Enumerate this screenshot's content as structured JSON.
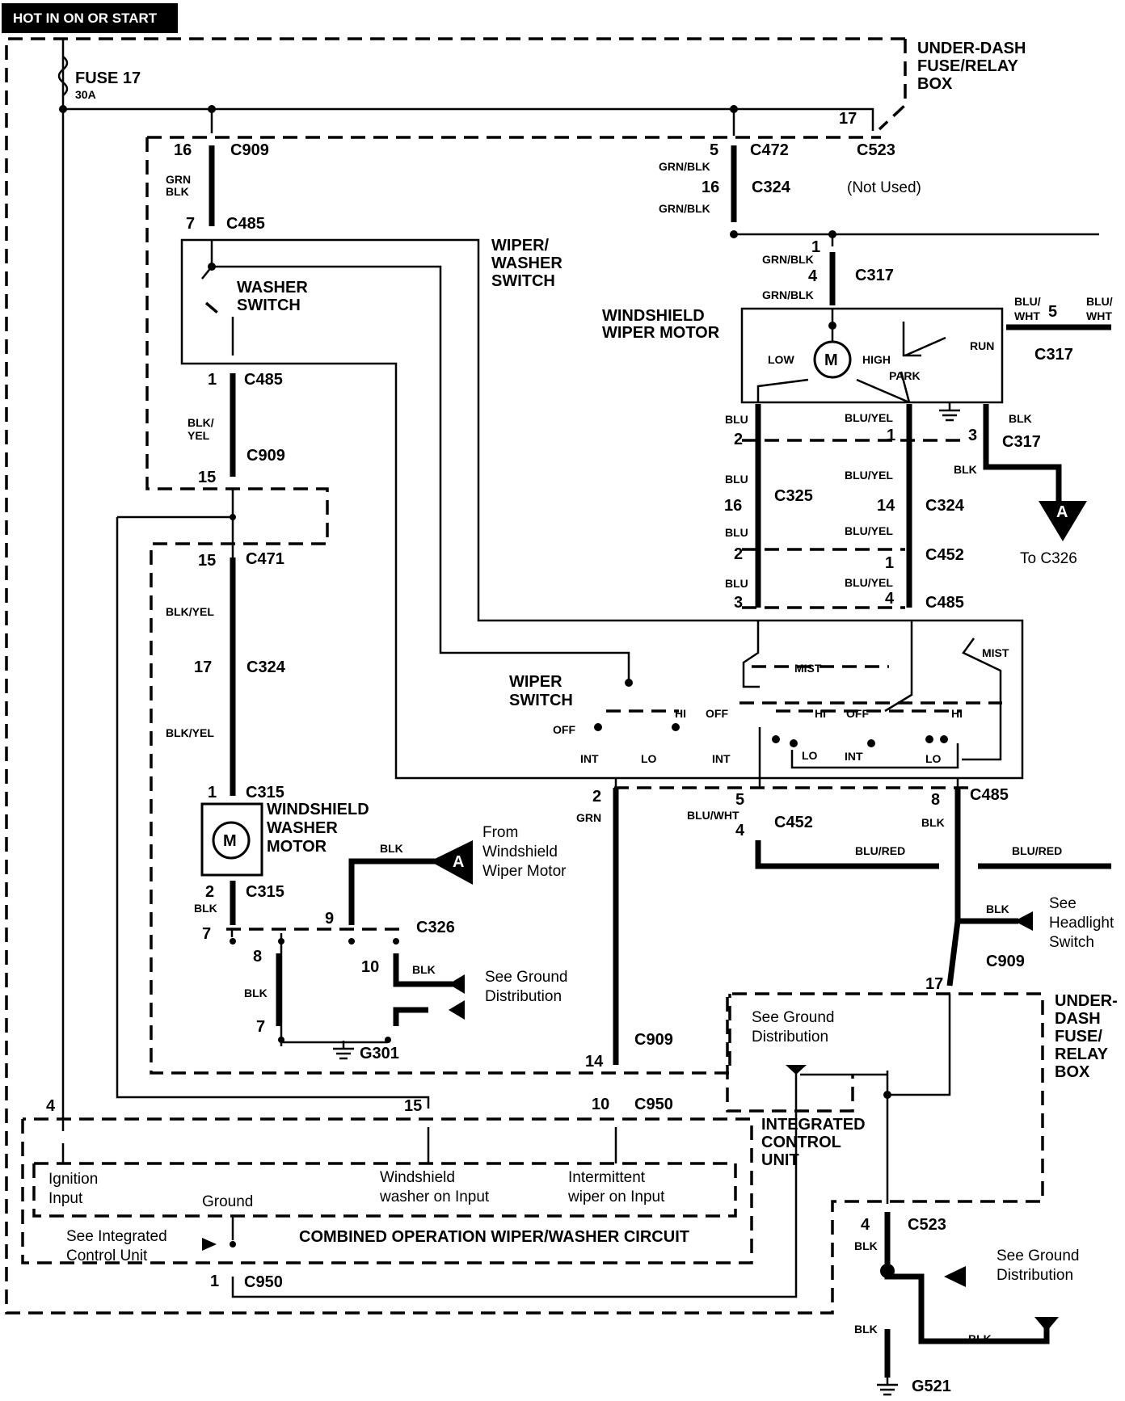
{
  "header": "HOT IN ON OR START",
  "fuse": {
    "name": "FUSE 17",
    "rating": "30A"
  },
  "boxes": {
    "underdash_top": [
      "UNDER-DASH",
      "FUSE/RELAY",
      "BOX"
    ],
    "underdash_bottom": [
      "UNDER-",
      "DASH",
      "FUSE/",
      "RELAY",
      "BOX"
    ],
    "wiper_washer_switch": [
      "WIPER/",
      "WASHER",
      "SWITCH"
    ],
    "washer_switch": [
      "WASHER",
      "SWITCH"
    ],
    "wiper_switch": [
      "WIPER",
      "SWITCH"
    ],
    "windshield_wiper_motor": [
      "WINDSHIELD",
      "WIPER MOTOR"
    ],
    "windshield_washer_motor": [
      "WINDSHIELD",
      "WASHER",
      "MOTOR"
    ],
    "integrated_control_unit": [
      "INTEGRATED",
      "CONTROL",
      "UNIT"
    ],
    "combined_circuit": "COMBINED OPERATION WIPER/WASHER CIRCUIT"
  },
  "connectors": {
    "c909": "C909",
    "c485": "C485",
    "c472": "C472",
    "c324": "C324",
    "c523": "C523",
    "c317": "C317",
    "c325": "C325",
    "c452": "C452",
    "c471": "C471",
    "c315": "C315",
    "c326": "C326",
    "c950": "C950",
    "g301": "G301",
    "g521": "G521"
  },
  "pins": {
    "p16a": "16",
    "p7a": "7",
    "p5a": "5",
    "p16b": "16",
    "p17a": "17",
    "p1a": "1",
    "p4a": "4",
    "p5b": "5",
    "p1b": "1",
    "p15a": "15",
    "p15b": "15",
    "p17b": "17",
    "p1c": "1",
    "p2a": "2",
    "p7b": "7",
    "p9": "9",
    "p8a": "8",
    "p10a": "10",
    "p7c": "7",
    "p2b": "2",
    "p1d": "1",
    "p3a": "3",
    "p16c": "16",
    "p14a": "14",
    "p2c": "2",
    "p1e": "1",
    "p3b": "3",
    "p4b": "4",
    "p2d": "2",
    "p5c": "5",
    "p4c": "4",
    "p8b": "8",
    "p17c": "17",
    "p14b": "14",
    "p10b": "10",
    "p4d": "4",
    "p15c": "15",
    "p1f": "1",
    "p4e": "4"
  },
  "wire_colors": {
    "grn_blk_a": "GRN",
    "grn_blk_b": "BLK",
    "grn_blk_c": "GRN/BLK",
    "grn_blk_d": "GRN/BLK",
    "grn_blk_e": "GRN/BLK",
    "grn_blk_f": "GRN/BLK",
    "blk_yel_a": "BLK/",
    "blk_yel_b": "YEL",
    "blk_yel_c": "BLK/YEL",
    "blk_yel_d": "BLK/YEL",
    "blk_a": "BLK",
    "blk_b": "BLK",
    "blk_c": "BLK",
    "blk_d": "BLK",
    "blk_e": "BLK",
    "blk_f": "BLK",
    "blk_g": "BLK",
    "blk_h": "BLK",
    "blk_i": "BLK",
    "blk_j": "BLK",
    "blk_k": "BLK",
    "blu_a": "BLU",
    "blu_b": "BLU",
    "blu_c": "BLU",
    "blu_d": "BLU",
    "bluyel_a": "BLU/YEL",
    "bluyel_b": "BLU/YEL",
    "bluyel_c": "BLU/YEL",
    "bluyel_d": "BLU/YEL",
    "bluwht_a": "BLU/",
    "bluwht_b": "WHT",
    "bluwht_c": "BLU/",
    "bluwht_d": "WHT",
    "bluwht_e": "BLU/WHT",
    "blured_a": "BLU/RED",
    "blured_b": "BLU/RED",
    "grn": "GRN"
  },
  "motor_labels": {
    "m1": "M",
    "m2": "M",
    "low": "LOW",
    "high": "HIGH",
    "run": "RUN",
    "park": "PARK"
  },
  "switch_labels": {
    "mist_a": "MIST",
    "mist_b": "MIST",
    "off_a": "OFF",
    "off_b": "OFF",
    "off_c": "OFF",
    "hi_a": "HI",
    "hi_b": "HI",
    "hi_c": "HI",
    "int_a": "INT",
    "int_b": "INT",
    "int_c": "INT",
    "lo_a": "LO",
    "lo_b": "LO",
    "lo_c": "LO"
  },
  "notes": {
    "not_used": "(Not Used)",
    "to_c326": "To C326",
    "from_motor": [
      "From",
      "Windshield",
      "Wiper Motor"
    ],
    "see_ground_a": [
      "See Ground",
      "Distribution"
    ],
    "see_ground_b": [
      "See Ground",
      "Distribution"
    ],
    "see_ground_c": [
      "See Ground",
      "Distribution"
    ],
    "see_headlight": [
      "See",
      "Headlight",
      "Switch"
    ],
    "see_icu": [
      "See Integrated",
      "Control Unit"
    ],
    "ignition_input": [
      "Ignition",
      "Input"
    ],
    "ground": "Ground",
    "washer_on_input": [
      "Windshield",
      "washer on Input"
    ],
    "intermittent_input": [
      "Intermittent",
      "wiper on Input"
    ],
    "flag_a1": "A",
    "flag_a2": "A"
  }
}
